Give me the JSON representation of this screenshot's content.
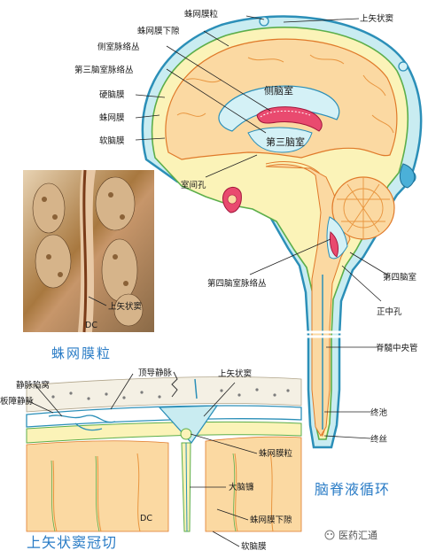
{
  "labels": {
    "arachnoid_granulation_top": "蛛网膜粒",
    "superior_sagittal_sinus_top": "上矢状窦",
    "subarachnoid_space": "蛛网膜下隙",
    "lateral_ventricle_plexus": "侧室脉络丛",
    "third_ventricle_plexus": "第三脑室脉络丛",
    "dura_mater": "硬脑膜",
    "arachnoid": "蛛网膜",
    "pia_mater": "软脑膜",
    "lateral_ventricle": "侧脑室",
    "third_ventricle": "第三脑室",
    "interventricular_foramen": "室间孔",
    "fourth_ventricle_plexus": "第四脑室脉络丛",
    "fourth_ventricle": "第四脑室",
    "median_aperture": "正中孔",
    "central_canal": "脊髓中央管",
    "terminal_cistern": "终池",
    "filum_terminale": "终丝",
    "photo_sinus": "上矢状窦",
    "emissary_vein": "顶导静脉",
    "venous_lacuna": "静脉陷窝",
    "diploic_vein": "板障静脉",
    "sinus_bottom": "上矢状窦",
    "granulation_bottom": "蛛网膜粒",
    "falx": "大脑镰",
    "subarachnoid_bottom": "蛛网膜下隙",
    "pia_bottom": "软脑膜"
  },
  "titles": {
    "photo_caption": "蛛网膜粒",
    "main_title": "脑脊液循环",
    "section_title": "上矢状窦冠切"
  },
  "watermark": {
    "text": "医药汇通"
  }
}
